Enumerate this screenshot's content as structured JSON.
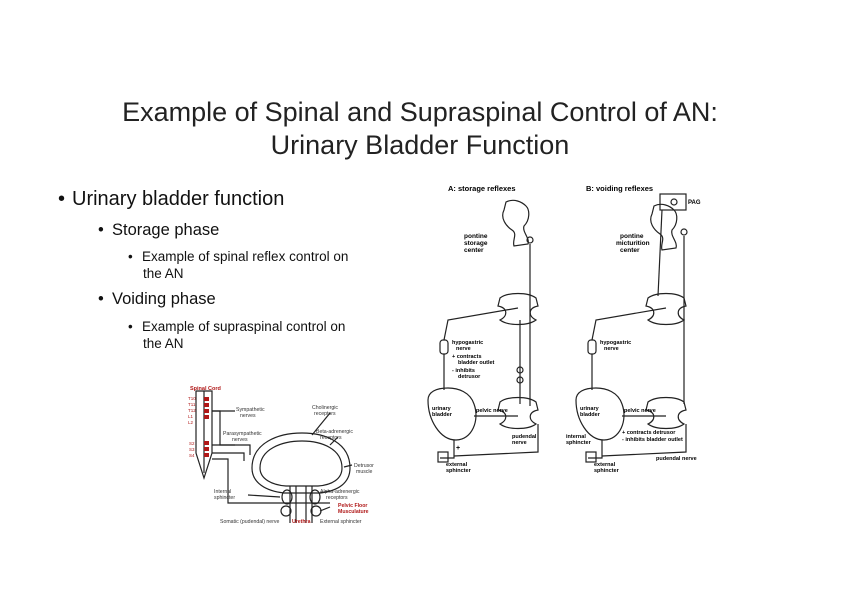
{
  "slide": {
    "title_line1": "Example of Spinal and Supraspinal Control of AN:",
    "title_line2": "Urinary Bladder Function",
    "bullets": {
      "main": "Urinary bladder function",
      "storage": "Storage phase",
      "storage_detail_1": "Example of spinal reflex control on",
      "storage_detail_2": "the AN",
      "voiding": "Voiding phase",
      "voiding_detail_1": "Example of supraspinal control on",
      "voiding_detail_2": "the AN"
    }
  },
  "left_figure": {
    "spinal_cord": "Spinal Cord",
    "levels_top": [
      "T10",
      "T11",
      "T12",
      "L1",
      "L2"
    ],
    "levels_bottom": [
      "S2",
      "S3",
      "S4"
    ],
    "sympathetic": [
      "Sympathetic",
      "nerves"
    ],
    "parasympathetic": [
      "Parasympathetic",
      "nerves"
    ],
    "cholinergic": [
      "Cholinergic",
      "receptors"
    ],
    "beta": [
      "Beta-adrenergic",
      "receptors"
    ],
    "detrusor": [
      "Detrusor",
      "muscle"
    ],
    "internal_sphincter": [
      "Internal",
      "sphincter"
    ],
    "alpha": [
      "Alpha-adrenergic",
      "receptors"
    ],
    "pelvic_floor": [
      "Pelvic Floor",
      "Musculature"
    ],
    "somatic": "Somatic (pudendal) nerve",
    "urethra": "Urethra",
    "external_sphincter": "External sphincter",
    "accent_color": "#b01818"
  },
  "panel_a": {
    "header": "A: storage reflexes",
    "center": [
      "pontine",
      "storage",
      "center"
    ],
    "hypogastric": [
      "hypogastric",
      "nerve",
      "+ contracts",
      "bladder outlet",
      "- inhibits",
      "detrusor"
    ],
    "bladder": [
      "urinary",
      "bladder"
    ],
    "pelvic": "pelvic nerve",
    "pudendal": [
      "pudendal",
      "nerve"
    ],
    "ext_sphincter": [
      "external",
      "sphincter"
    ],
    "plus": "+"
  },
  "panel_b": {
    "header": "B: voiding reflexes",
    "pag": "PAG",
    "center": [
      "pontine",
      "micturition",
      "center"
    ],
    "hypogastric": [
      "hypogastric",
      "nerve"
    ],
    "bladder": [
      "urinary",
      "bladder"
    ],
    "pelvic": "pelvic nerve",
    "pelvic_effect": [
      "+ contracts detrusor",
      "- inhibits bladder outlet"
    ],
    "int_sphincter": [
      "internal",
      "sphincter"
    ],
    "ext_sphincter": [
      "external",
      "sphincter"
    ],
    "pudendal": "pudendal nerve"
  }
}
